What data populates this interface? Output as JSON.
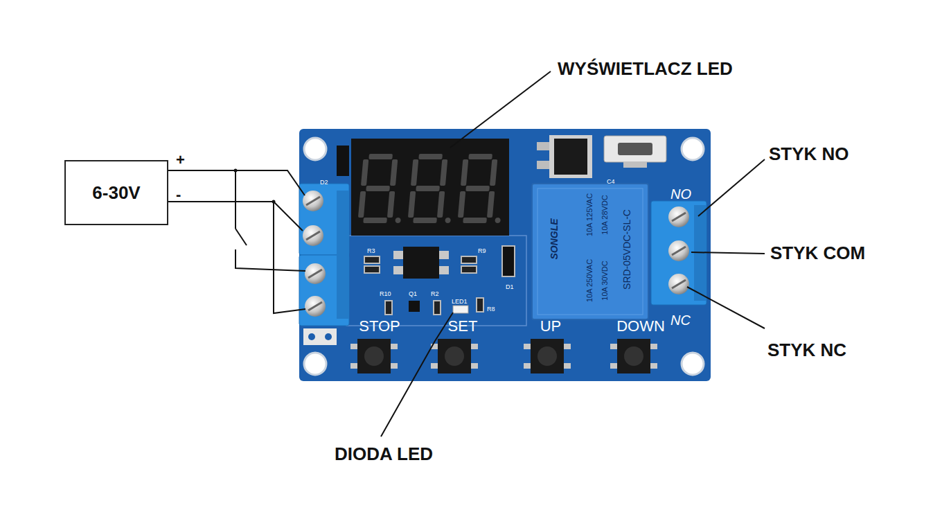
{
  "diagram": {
    "nodes": [
      {
        "text": [
          "6-30V"
        ]
      }
    ],
    "labels": [
      "+",
      "-",
      "WYŚWIETLACZ LED",
      "STYK NO",
      "STYK COM",
      "STYK NC",
      "DIODA LED",
      "NO",
      "NC",
      "STOP",
      "SET",
      "UP",
      "DOWN",
      "D2",
      "R3",
      "R9",
      "R10",
      "Q1",
      "R2",
      "LED1",
      "R8",
      "D1",
      "C4",
      "SONGLE",
      "10A 250VAC",
      "10A 125VAC",
      "10A 30VDC",
      "10A 28VDC",
      "SRD-05VDC-SL-C"
    ]
  }
}
